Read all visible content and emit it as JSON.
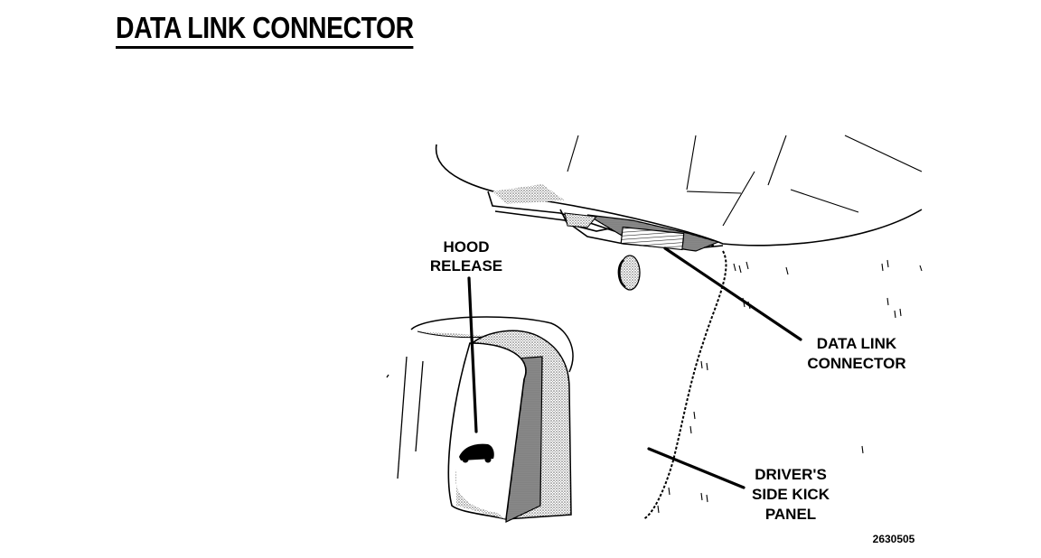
{
  "title": "DATA LINK CONNECTOR",
  "labels": {
    "hood_release": [
      "HOOD",
      "RELEASE"
    ],
    "data_link_connector": [
      "DATA LINK",
      "CONNECTOR"
    ],
    "kick_panel": [
      "DRIVER'S",
      "SIDE KICK",
      "PANEL"
    ]
  },
  "figure_number": "2630505"
}
